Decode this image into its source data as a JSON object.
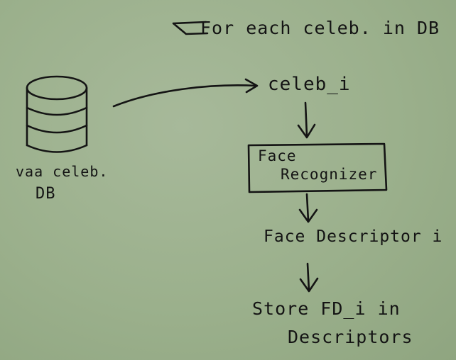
{
  "diagram": {
    "loop_label": "For each celeb. in DB",
    "database": {
      "icon": "database-icon",
      "label_line1": "vaa celeb.",
      "label_line2": "DB"
    },
    "celeb_node": "celeb_i",
    "recognizer": {
      "line1": "Face",
      "line2": "Recognizer"
    },
    "descriptor_node": "Face Descriptor i",
    "store_node": {
      "line1": "Store FD_i in",
      "line2": "Descriptors"
    }
  },
  "colors": {
    "board": "#9bb08c",
    "ink": "#141414"
  }
}
